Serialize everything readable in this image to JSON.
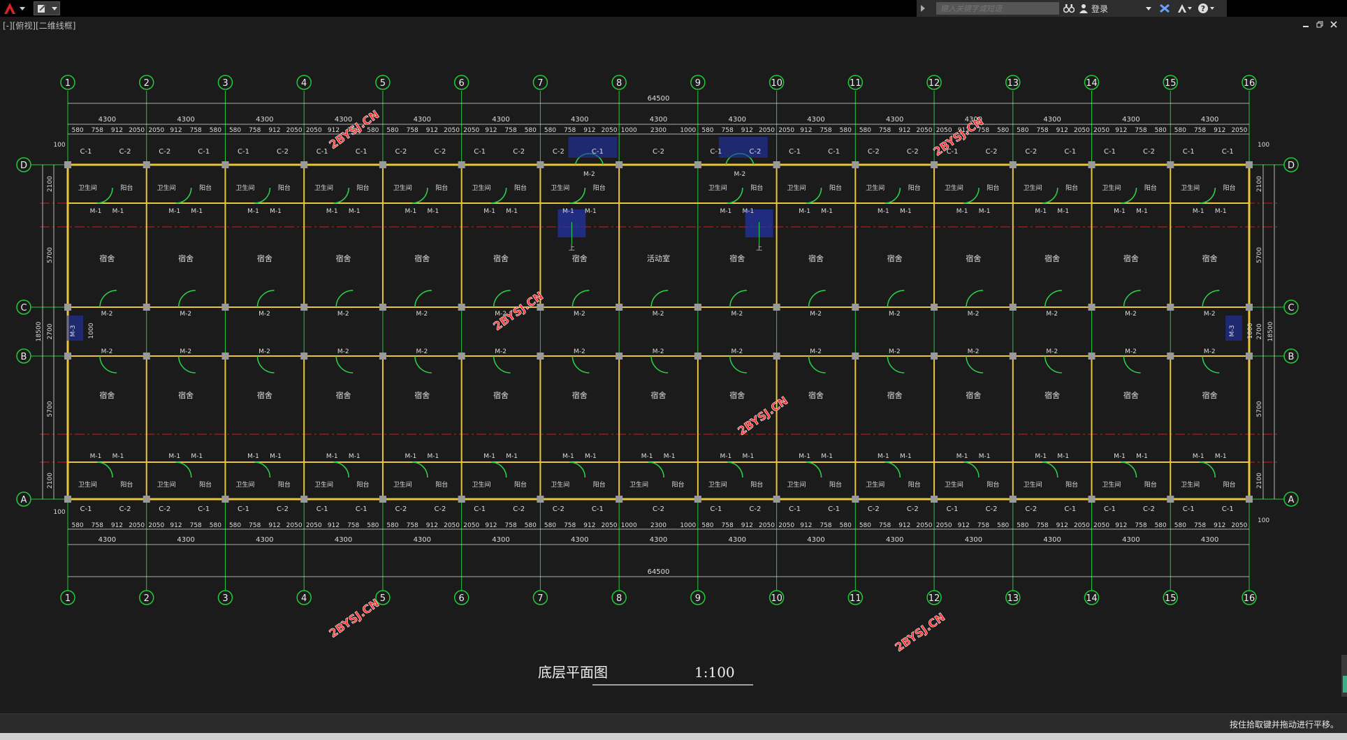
{
  "toolbar": {
    "search_placeholder": "键入关键字或短语",
    "login_label": "登录"
  },
  "viewport": {
    "label": "[-][俯视][二维线框]"
  },
  "status": {
    "text": "按住拾取键并拖动进行平移。"
  },
  "drawing": {
    "title": "底层平面图",
    "scale": "1:100",
    "total_length": "64500",
    "axis_numbers": [
      "1",
      "2",
      "3",
      "4",
      "5",
      "6",
      "7",
      "8",
      "9",
      "10",
      "11",
      "12",
      "13",
      "14",
      "15",
      "16"
    ],
    "axis_letters": [
      "D",
      "C",
      "B",
      "A"
    ],
    "bay_width": "4300",
    "row_dims": [
      "2100",
      "5700",
      "2700",
      "5700",
      "2100"
    ],
    "total_depth": "18500",
    "edge_dim": "100",
    "center_span_dims": [
      "1000",
      "2300",
      "1000"
    ],
    "detail_dims_top": [
      "580",
      "758",
      "912",
      "2050",
      "2050",
      "912",
      "758",
      "580"
    ],
    "window_labels": [
      "C-1",
      "C-2",
      "C-2",
      "C-1",
      "C-1",
      "C-2",
      "C-1",
      "C-1",
      "C-2",
      "C-2",
      "C-1",
      "C-2",
      "C-2",
      "C-1",
      "C-1",
      "C-2",
      "C-1",
      "C-1",
      "C-2",
      "C-2",
      "C-1",
      "C-2",
      "C-2",
      "C-1",
      "C-1",
      "C-2",
      "C-1",
      "C-1",
      "C-2",
      "C-2"
    ],
    "rooms": {
      "dorm": "宿舍",
      "bath": "卫生间",
      "balcony": "阳台",
      "activity": "活动室"
    },
    "doors": {
      "m1": "M-1",
      "m2": "M-2",
      "m3": "M-3"
    },
    "m3_dim": "1000",
    "stair_mark": "上",
    "watermark": "2BYSJ.CN"
  },
  "colors": {
    "axis": "#22c93a",
    "wall": "#e9c53a",
    "dim": "#dddddd",
    "grid": "#d01a1a",
    "door": "#2bd44a",
    "hatch": "#2233aa",
    "watermark": "#ff3030"
  }
}
